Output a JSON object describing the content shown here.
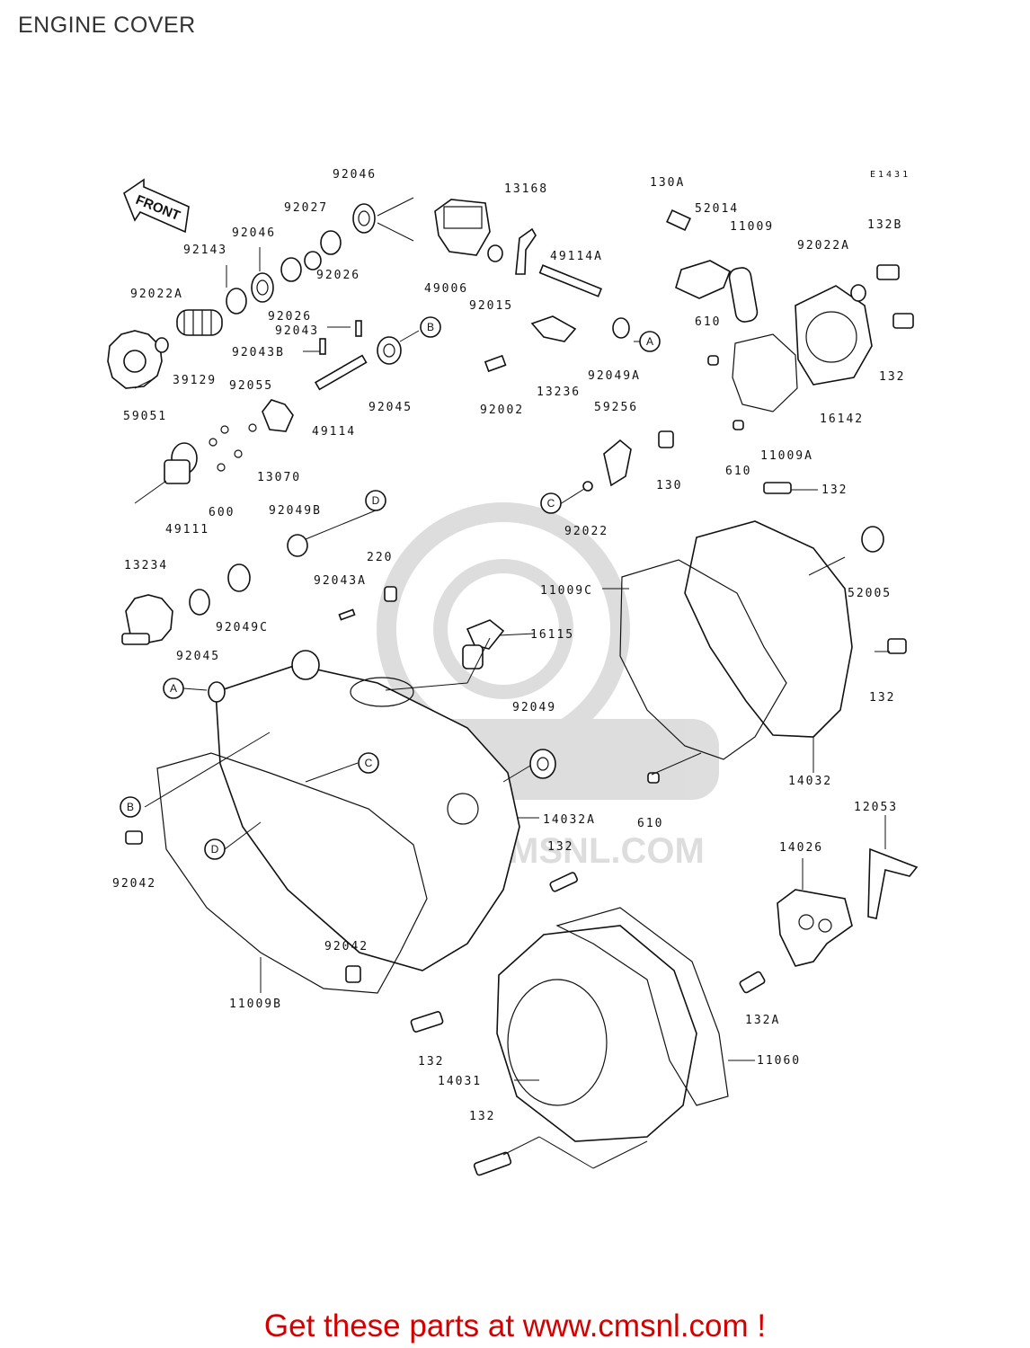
{
  "title": "ENGINE COVER",
  "diagram_code": "E1431",
  "front_label": "FRONT",
  "watermark": "WWW.CMSNL.COM",
  "footer": "Get these parts at www.cmsnl.com !",
  "ref_markers": {
    "a": "A",
    "b": "B",
    "c": "C",
    "d": "D"
  },
  "parts": {
    "p92046a": "92046",
    "p92027": "92027",
    "p92046b": "92046",
    "p92143": "92143",
    "p92026a": "92026",
    "p92026b": "92026",
    "p92022A": "92022A",
    "p92043": "92043",
    "p92043B": "92043B",
    "p39129": "39129",
    "p59051": "59051",
    "p92055": "92055",
    "p49114": "49114",
    "p92045a": "92045",
    "p13070": "13070",
    "p600": "600",
    "p49111": "49111",
    "p92049B": "92049B",
    "p13234": "13234",
    "p92049C": "92049C",
    "p92045b": "92045",
    "p92043A": "92043A",
    "p220": "220",
    "p49006": "49006",
    "p92015": "92015",
    "p13168": "13168",
    "p49114A": "49114A",
    "p92002": "92002",
    "p13236": "13236",
    "p92049A": "92049A",
    "p59256": "59256",
    "p92022": "92022",
    "p16115": "16115",
    "p92049": "92049",
    "p130A": "130A",
    "p52014": "52014",
    "p11009": "11009",
    "p92022A2": "92022A",
    "p132B": "132B",
    "p610a": "610",
    "p132a": "132",
    "p16142": "16142",
    "p610b": "610",
    "p11009A": "11009A",
    "p130": "130",
    "p132b": "132",
    "p52005": "52005",
    "p11009C": "11009C",
    "p132c": "132",
    "p14032": "14032",
    "p610c": "610",
    "p14032A": "14032A",
    "p92042a": "92042",
    "p132d": "132",
    "p92042b": "92042",
    "p11009B": "11009B",
    "p12053": "12053",
    "p14026": "14026",
    "p132A": "132A",
    "p132e": "132",
    "p14031": "14031",
    "p11060": "11060",
    "p132f": "132"
  }
}
